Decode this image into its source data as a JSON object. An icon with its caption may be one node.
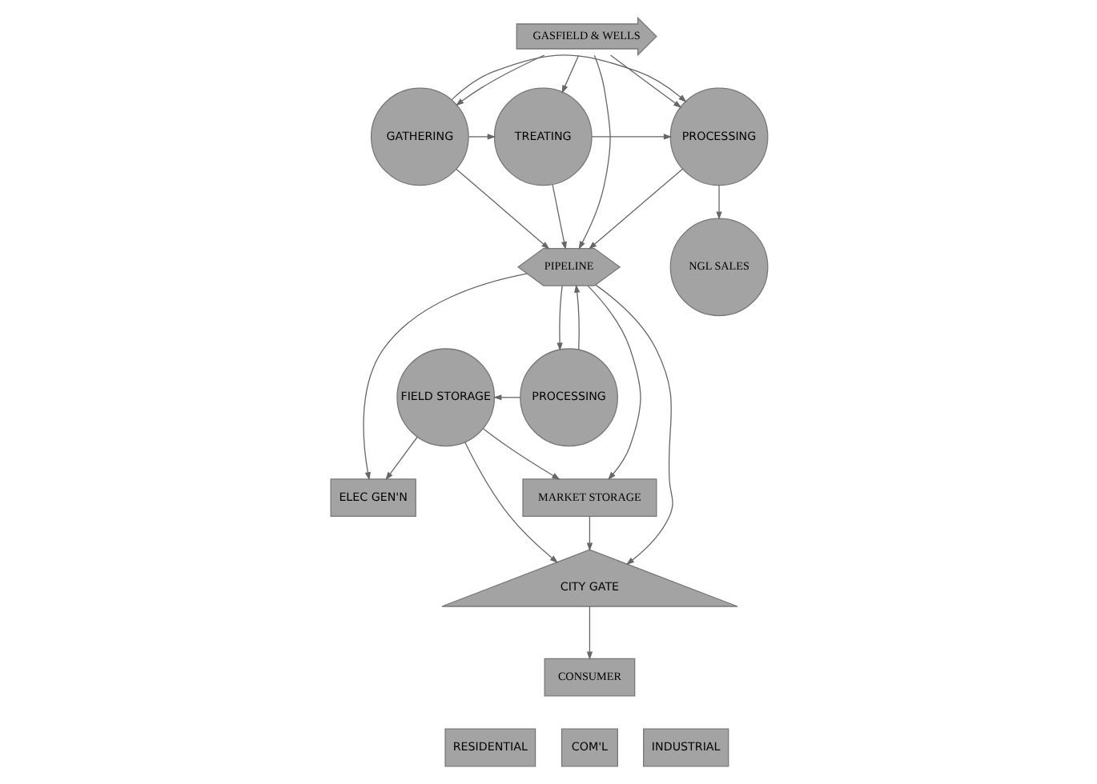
{
  "diagram": {
    "nodes": [
      {
        "text": [
          "GASFIELD & WELLS"
        ]
      },
      {
        "text": [
          "GATHERING"
        ]
      },
      {
        "text": [
          "TREATING"
        ]
      },
      {
        "text": [
          "PROCESSING"
        ]
      },
      {
        "text": [
          "NGL SALES"
        ]
      },
      {
        "text": [
          "PIPELINE"
        ]
      },
      {
        "text": [
          "MARKET STORAGE"
        ]
      },
      {
        "text": [
          "CITY GATE"
        ]
      },
      {
        "text": [
          "ELEC GEN'N"
        ]
      },
      {
        "text": [
          "PROCESSING"
        ]
      },
      {
        "text": [
          "FIELD STORAGE"
        ]
      },
      {
        "text": [
          "CONSUMER"
        ]
      },
      {
        "text": [
          "RESIDENTIAL"
        ]
      },
      {
        "text": [
          "COM'L"
        ]
      },
      {
        "text": [
          "INDUSTRIAL"
        ]
      }
    ],
    "edges": [
      {
        "from": 0,
        "to": 1,
        "arrow": "to"
      },
      {
        "from": 0,
        "to": 2,
        "arrow": "to"
      },
      {
        "from": 0,
        "to": 3,
        "arrow": "to"
      },
      {
        "from": 1,
        "to": 2,
        "arrow": "to"
      },
      {
        "from": 1,
        "to": 3,
        "arrow": "to"
      },
      {
        "from": 0,
        "to": 5,
        "arrow": "to"
      },
      {
        "from": 1,
        "to": 5,
        "arrow": "to"
      },
      {
        "from": 2,
        "to": 5,
        "arrow": "to"
      },
      {
        "from": 3,
        "to": 5,
        "arrow": "to"
      },
      {
        "from": 2,
        "to": 3,
        "arrow": "to"
      },
      {
        "from": 3,
        "to": 4,
        "arrow": "to"
      },
      {
        "from": 5,
        "to": 6,
        "arrow": "to"
      },
      {
        "from": 5,
        "to": 7,
        "arrow": "to"
      },
      {
        "from": 5,
        "to": 8,
        "arrow": "to"
      },
      {
        "from": 6,
        "to": 7,
        "arrow": "to"
      },
      {
        "from": 5,
        "to": 9,
        "arrow": "to"
      },
      {
        "from": 9,
        "to": 10,
        "arrow": "to"
      },
      {
        "from": 9,
        "to": 5,
        "arrow": "to"
      },
      {
        "from": 10,
        "to": 6,
        "arrow": "to"
      },
      {
        "from": 10,
        "to": 7,
        "arrow": "to"
      },
      {
        "from": 10,
        "to": 8,
        "arrow": "to"
      },
      {
        "from": 7,
        "to": 11,
        "arrow": "to"
      }
    ]
  }
}
